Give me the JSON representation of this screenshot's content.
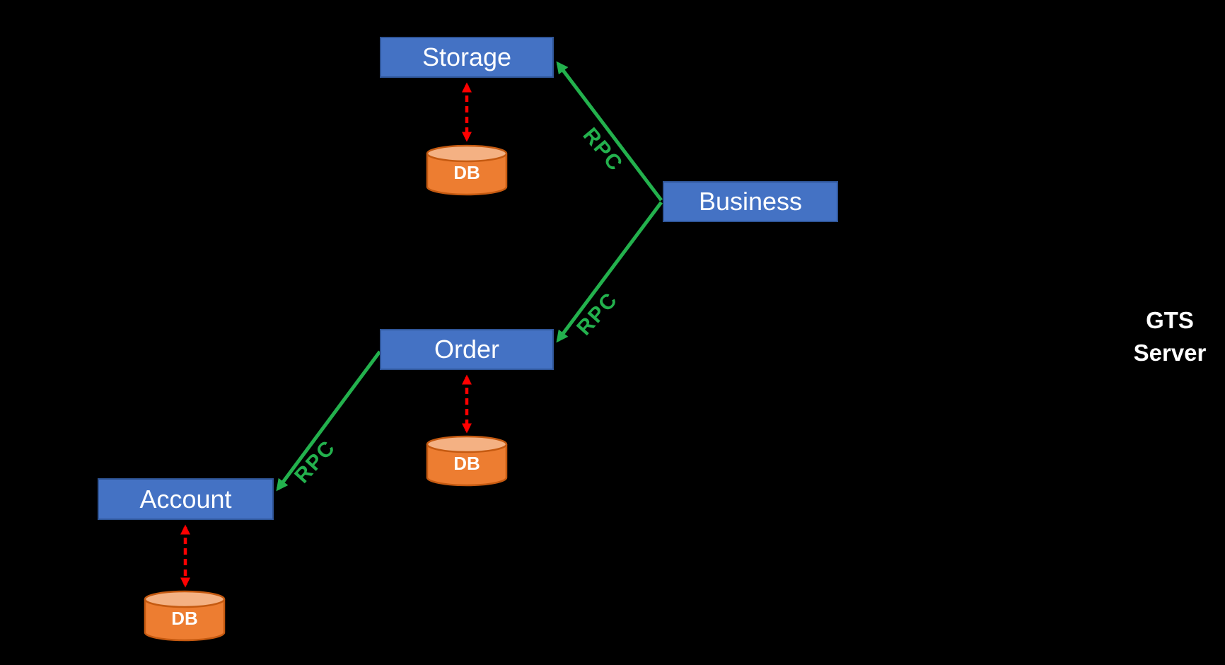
{
  "diagram": {
    "background": "#000000",
    "colors": {
      "node_fill": "#4472C4",
      "node_border": "#2F5597",
      "node_text": "#FFFFFF",
      "db_fill": "#ED7D31",
      "db_top_fill": "#F4B183",
      "db_border": "#C55A11",
      "db_text": "#FFFFFF",
      "rpc_line": "#23B14D",
      "db_link_line": "#FF0000",
      "annotation_text": "#FFFFFF"
    },
    "nodes": [
      {
        "id": "storage",
        "label": "Storage"
      },
      {
        "id": "business",
        "label": "Business"
      },
      {
        "id": "order",
        "label": "Order"
      },
      {
        "id": "account",
        "label": "Account"
      }
    ],
    "databases": [
      {
        "id": "storage-db",
        "label": "DB"
      },
      {
        "id": "order-db",
        "label": "DB"
      },
      {
        "id": "account-db",
        "label": "DB"
      }
    ],
    "edges": [
      {
        "from": "business",
        "to": "storage",
        "label": "RPC",
        "type": "rpc-arrow"
      },
      {
        "from": "business",
        "to": "order",
        "label": "RPC",
        "type": "rpc-arrow"
      },
      {
        "from": "order",
        "to": "account",
        "label": "RPC",
        "type": "rpc-arrow"
      },
      {
        "from": "storage",
        "to": "storage-db",
        "type": "dashed-double-arrow"
      },
      {
        "from": "order",
        "to": "order-db",
        "type": "dashed-double-arrow"
      },
      {
        "from": "account",
        "to": "account-db",
        "type": "dashed-double-arrow"
      }
    ],
    "annotation": {
      "label": "GTS Server"
    }
  }
}
